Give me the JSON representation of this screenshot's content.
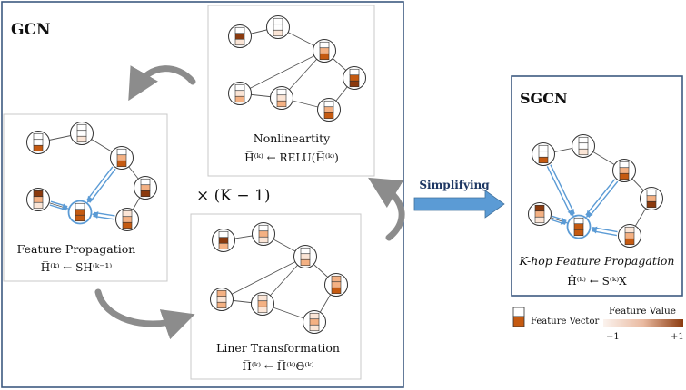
{
  "colors": {
    "frame": "#3d5a80",
    "panel_border": "#c8c8c8",
    "node_outline": "#333333",
    "edge": "#555555",
    "prop_arrow": "#5b9bd5",
    "simplify_arrow": "#5b9bd5",
    "cycle_arrow": "#8c8c8c",
    "feature_dark": "#8b3a0e",
    "feature_mid": "#c55a11",
    "feature_light": "#f4b183",
    "feature_pale": "#fbe5d6"
  },
  "gcn": {
    "title": "GCN",
    "repeat_label": "× (K − 1)",
    "panels": {
      "nonlinearity": {
        "title": "Nonlineartity",
        "formula": "H̅⁽ᵏ⁾ ← RELU(H̅⁽ᵏ⁾)"
      },
      "propagation": {
        "title": "Feature Propagation",
        "formula": "H̅⁽ᵏ⁾ ← SH⁽ᵏ⁻¹⁾"
      },
      "transformation": {
        "title": "Liner Transformation",
        "formula": "H̅⁽ᵏ⁾ ← H̅⁽ᵏ⁾Θ⁽ᵏ⁾"
      }
    }
  },
  "simplifying": {
    "label": "Simplifying"
  },
  "sgcn": {
    "title": "SGCN",
    "panel_title": "K-hop Feature Propagation",
    "formula": "Ĥ⁽ᵏ⁾ ← S⁽ᵏ⁾X"
  },
  "legend": {
    "vector_label": "Feature Vector",
    "value_title": "Feature Value",
    "min_label": "−1",
    "max_label": "+1"
  }
}
